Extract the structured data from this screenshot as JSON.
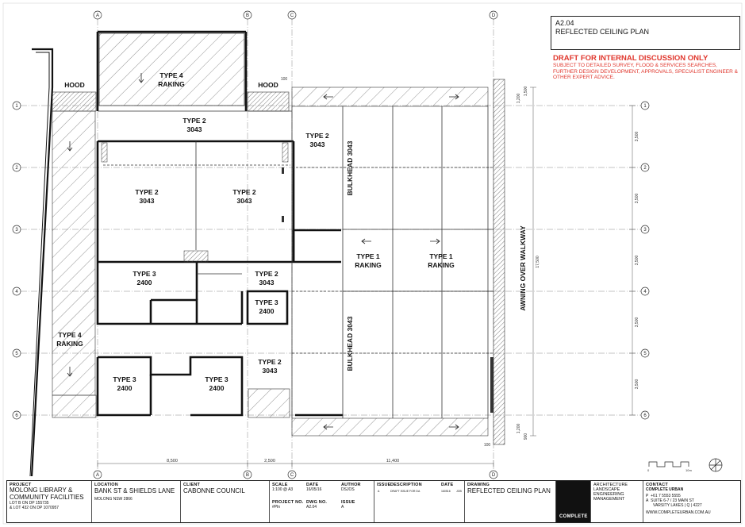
{
  "sheet": {
    "number": "A2.04",
    "title": "REFLECTED CEILING PLAN",
    "draft_title": "DRAFT FOR INTERNAL DISCUSSION ONLY",
    "draft_note": "SUBJECT TO DETAILED SURVEY, FLOOD & SERVICES SEARCHES, FURTHER DESIGN DEVELOPMENT, APPROVALS, SPECIALIST ENGINEER & OTHER EXPERT ADVICE."
  },
  "gridlines": {
    "cols": [
      "A",
      "B",
      "C",
      "D"
    ],
    "rows": [
      "1",
      "2",
      "3",
      "4",
      "5",
      "6"
    ]
  },
  "zones": {
    "hood_left": "HOOD",
    "hood_right": "HOOD",
    "type4_top": "TYPE 4",
    "type4_top_sub": "RAKING",
    "type4_left": "TYPE 4",
    "type4_left_sub": "RAKING",
    "type2_upper": "TYPE 2",
    "type2_upper_h": "3043",
    "type2_room_left": "TYPE 2",
    "type2_room_left_h": "3043",
    "type2_room_right": "TYPE 2",
    "type2_room_right_h": "3043",
    "type2_east": "TYPE 2",
    "type2_east_h": "3043",
    "type3_a": "TYPE 3",
    "type3_a_h": "2400",
    "type2_mid": "TYPE 2",
    "type2_mid_h": "3043",
    "type3_b": "TYPE 3",
    "type3_b_h": "2400",
    "type2_low": "TYPE 2",
    "type2_low_h": "3043",
    "type3_c": "TYPE 3",
    "type3_c_h": "2400",
    "type3_d": "TYPE 3",
    "type3_d_h": "2400",
    "type1_a": "TYPE 1",
    "type1_a_sub": "RAKING",
    "type1_b": "TYPE 1",
    "type1_b_sub": "RAKING",
    "bulkhead_upper": "BULKHEAD 3043",
    "bulkhead_lower": "BULKHEAD 3043",
    "awning": "AWNING OVER WALKWAY"
  },
  "dimensions": {
    "bottom": [
      "8,500",
      "2,500",
      "11,400"
    ],
    "right": [
      "3,500",
      "3,500",
      "3,500",
      "3,500",
      "3,500"
    ],
    "right_total": "17,500",
    "edge_top": [
      "1,200",
      "1,500"
    ],
    "edge_bottom": [
      "1,200",
      "900"
    ],
    "level_top": "100",
    "level_bottom": "100"
  },
  "title_block": {
    "project_label": "PROJECT",
    "project_name_1": "MOLONG LIBRARY &",
    "project_name_2": "COMMUNITY FACILITIES",
    "project_lot_1": "LOT B ON DP 155735",
    "project_lot_2": "& LOT 432 ON DP 1070957",
    "location_label": "LOCATION",
    "location_1": "BANK ST & SHIELDS LANE",
    "location_2": "MOLONG NSW 2866",
    "client_label": "CLIENT",
    "client": "CABONNE COUNCIL",
    "scale_label": "SCALE",
    "scale": "1:100 @ A3",
    "date_label": "DATE",
    "date": "16/05/16",
    "author_label": "AUTHOR",
    "author": "DSJOS",
    "project_no_label": "PROJECT NO.",
    "project_no": "#Pln",
    "dwg_no_label": "DWG NO.",
    "dwg_no": "A2.04",
    "issue_label": "ISSUE",
    "issue": "A",
    "issue_col_label": "ISSUE",
    "desc_col_label": "DESCRIPTION",
    "date_col_label": "DATE",
    "issue_row_issue": "A",
    "issue_row_desc": "DRAFT ISSUE FOR DA",
    "issue_row_date": "160516",
    "issue_row_by": "JOB",
    "drawing_label": "DRAWING",
    "drawing": "REFLECTED CEILING PLAN",
    "logo": "COMPLETE",
    "disciplines": [
      "ARCHITECTURE",
      "LANDSCAPE",
      "ENGINEERING",
      "MANAGEMENT"
    ],
    "contact_label": "CONTACT",
    "company": "COMPLETE URBAN",
    "phone_label": "P",
    "phone": "+61 7 5553 5555",
    "address_label": "A",
    "address_1": "SUITE 6-7 / 23 MAIN ST",
    "address_2": "VARSITY LAKES | Q | 4227",
    "website": "WWW.COMPLETEURBAN.COM.AU"
  },
  "scale_bar": {
    "start": "0",
    "end": "10m"
  }
}
